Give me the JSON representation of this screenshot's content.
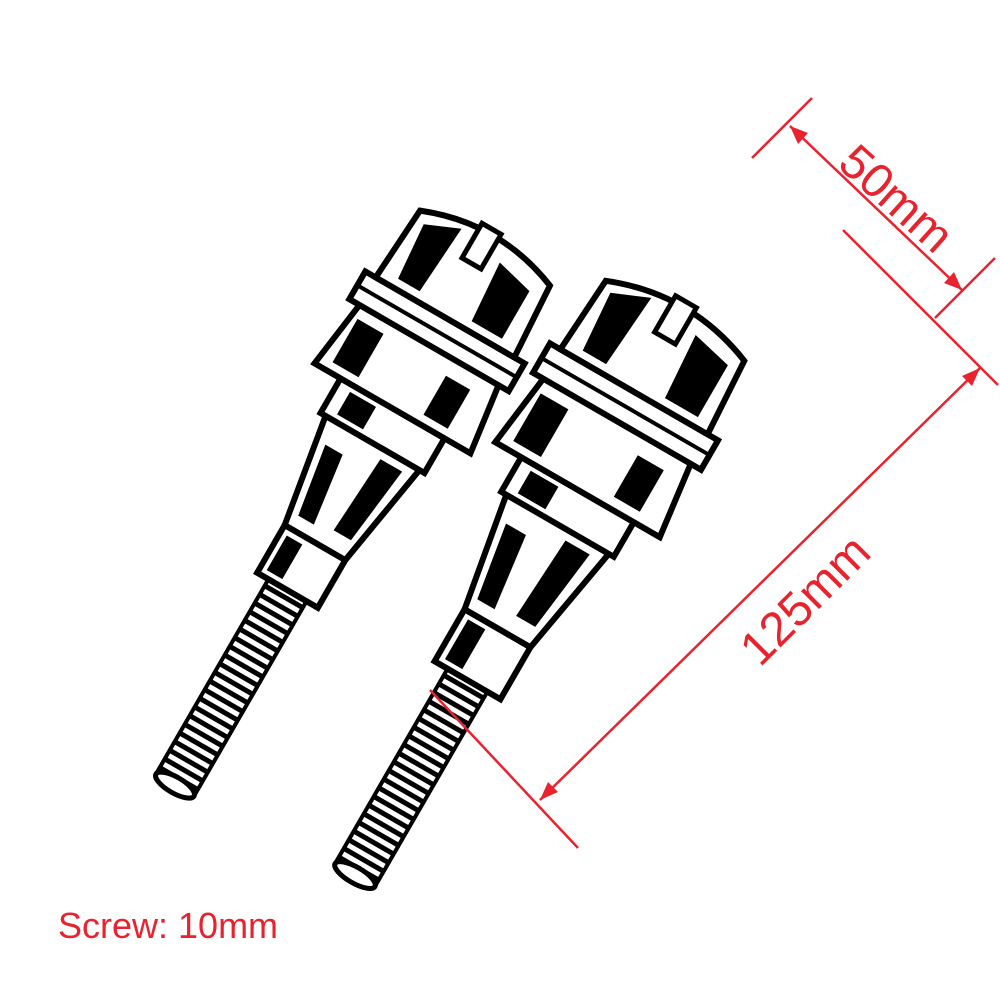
{
  "dimensions": {
    "diameter_label": "50mm",
    "length_label": "125mm",
    "screw_label": "Screw: 10mm"
  },
  "colors": {
    "annotation": "#e8232e",
    "line_art": "#000000",
    "background": "#ffffff"
  },
  "items": [
    {
      "name": "frame-slider-left"
    },
    {
      "name": "frame-slider-right"
    }
  ]
}
